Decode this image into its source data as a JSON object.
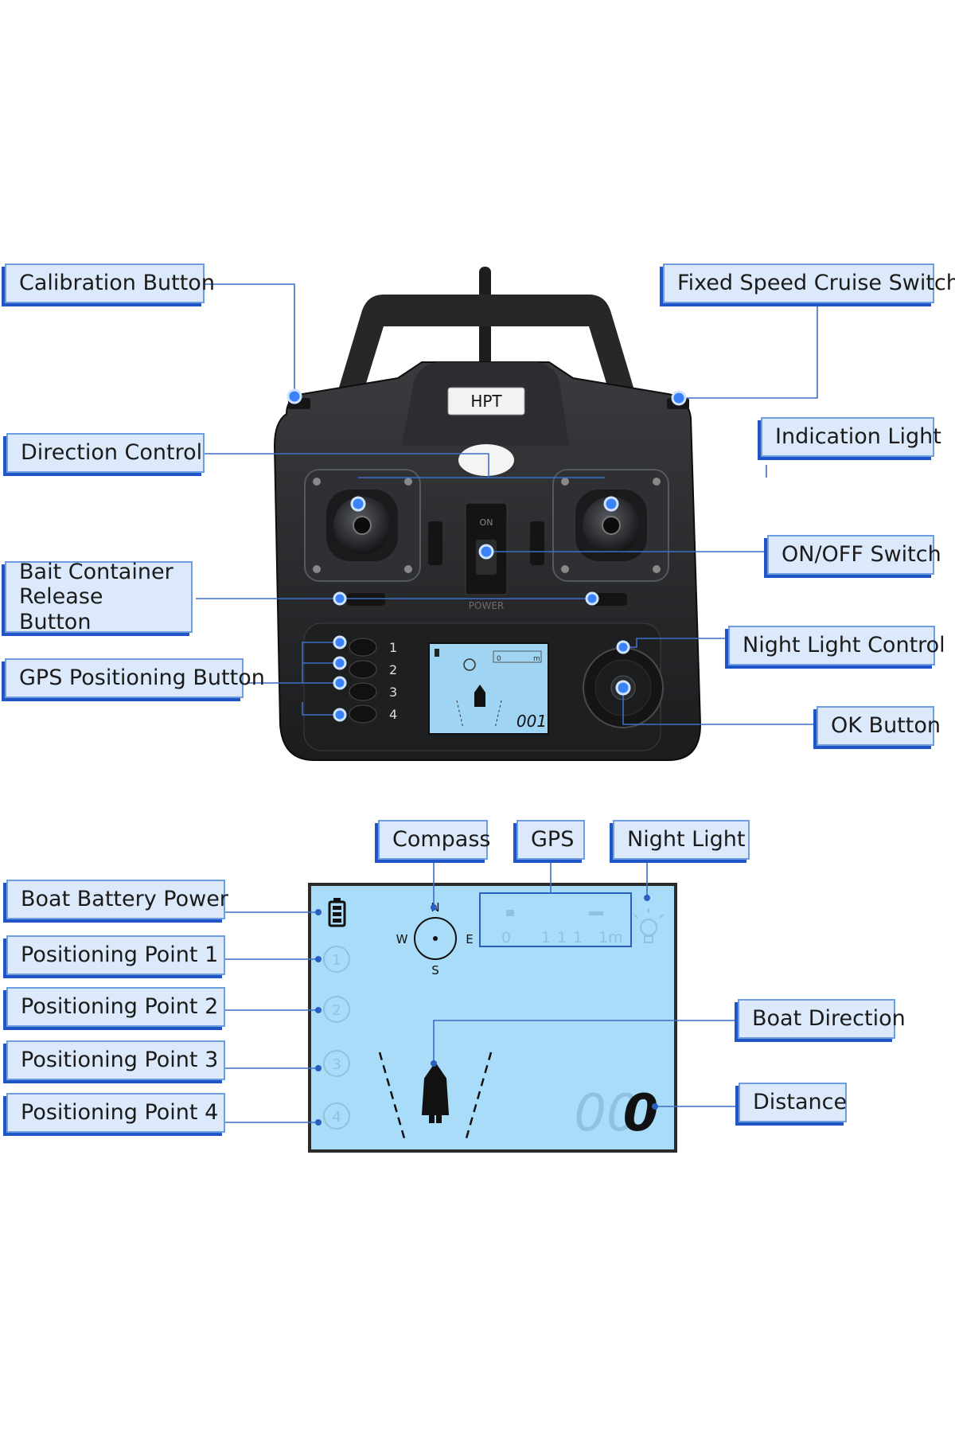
{
  "controller": {
    "brand": "HPT",
    "switch_on": "ON",
    "power_text": "POWER",
    "button_numbers": [
      "1",
      "2",
      "3",
      "4"
    ],
    "mini_display": {
      "distance": "001",
      "scale_start": "0",
      "scale_unit": "m"
    }
  },
  "labels": {
    "calibration_button": "Calibration Button",
    "fixed_speed_cruise_switch": "Fixed Speed Cruise Switch",
    "direction_control": "Direction Control",
    "indication_light": "Indication Light",
    "on_off_switch": "ON/OFF Switch",
    "bait_container_release_line1": "Bait Container",
    "bait_container_release_line2": "Release Button",
    "gps_positioning_button": "GPS Positioning Button",
    "night_light_control": "Night Light Control",
    "ok_button": "OK Button",
    "compass": "Compass",
    "gps": "GPS",
    "night_light": "Night Light",
    "boat_battery_power": "Boat Battery Power",
    "positioning_point_1": "Positioning Point 1",
    "positioning_point_2": "Positioning Point 2",
    "positioning_point_3": "Positioning Point 3",
    "positioning_point_4": "Positioning Point 4",
    "boat_direction": "Boat Direction",
    "distance": "Distance"
  },
  "lcd": {
    "compass": {
      "n": "N",
      "s": "S",
      "e": "E",
      "w": "W"
    },
    "points": [
      "1",
      "2",
      "3",
      "4"
    ],
    "gps_scale": {
      "start": "0",
      "ticks": [
        "1",
        "1",
        "1"
      ],
      "end": "1m"
    },
    "distance_ghost": "00",
    "distance_value": "0"
  },
  "colors": {
    "label_fill": "#dbe9fb",
    "label_border": "#6f9ee0",
    "label_shadow": "#1f55c9",
    "leader_line": "#3d6fc4",
    "dot": "#3b82f6",
    "lcd_screen": "#a9dcf8",
    "controller_body": "#232426"
  }
}
